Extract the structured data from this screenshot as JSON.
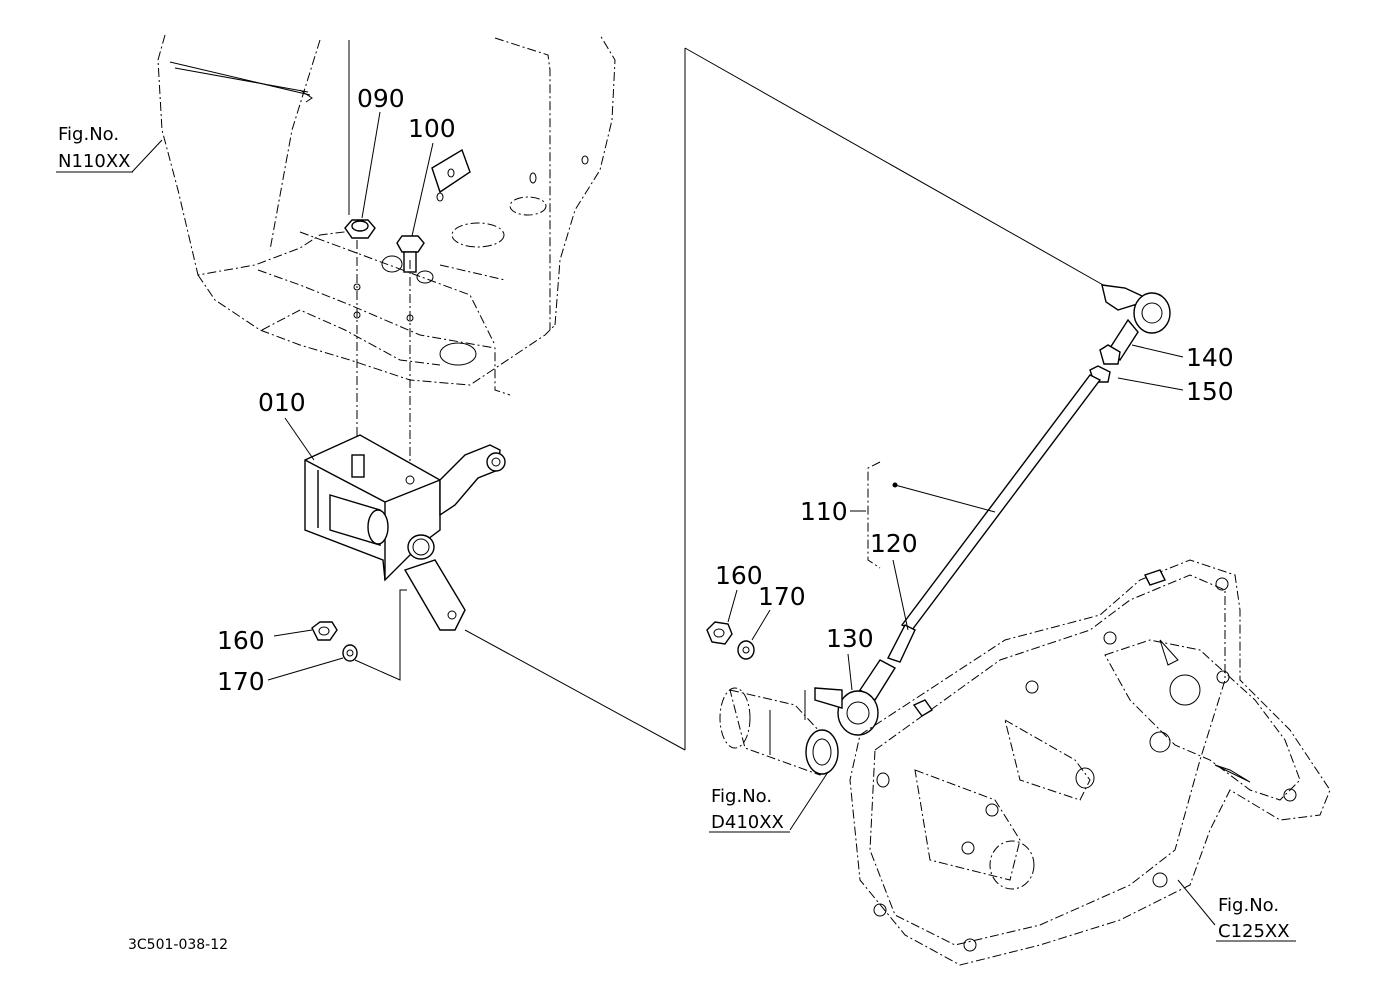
{
  "callouts": {
    "p090": "090",
    "p100": "100",
    "p010": "010",
    "p160_left": "160",
    "p170_left": "170",
    "p140": "140",
    "p150": "150",
    "p110": "110",
    "p120": "120",
    "p130": "130",
    "p160_right": "160",
    "p170_right": "170"
  },
  "figure_refs": {
    "n110": {
      "label": "Fig.No.",
      "code": "N110XX"
    },
    "d410": {
      "label": "Fig.No.",
      "code": "D410XX"
    },
    "c125": {
      "label": "Fig.No.",
      "code": "C125XX"
    }
  },
  "caption": "3C501-038-12"
}
